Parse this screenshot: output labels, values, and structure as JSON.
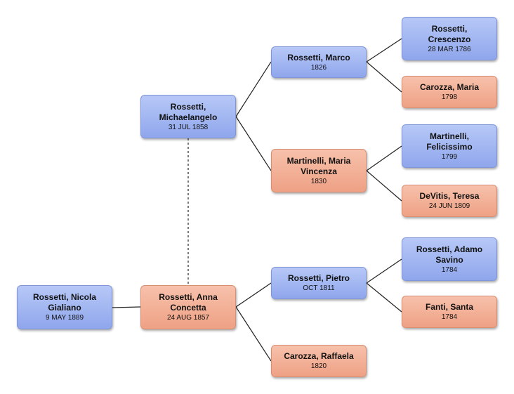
{
  "people": {
    "nicola": {
      "name": "Rossetti, Nicola\nGialiano",
      "date": "9 MAY 1889"
    },
    "michaelangelo": {
      "name": "Rossetti,\nMichaelangelo",
      "date": "31 JUL 1858"
    },
    "anna": {
      "name": "Rossetti, Anna\nConcetta",
      "date": "24 AUG 1857"
    },
    "marco": {
      "name": "Rossetti, Marco",
      "date": "1826"
    },
    "maria_v": {
      "name": "Martinelli, Maria\nVincenza",
      "date": "1830"
    },
    "pietro": {
      "name": "Rossetti, Pietro",
      "date": "OCT 1811"
    },
    "raffaela": {
      "name": "Carozza, Raffaela",
      "date": "1820"
    },
    "crescenzo": {
      "name": "Rossetti,\nCrescenzo",
      "date": "28 MAR 1786"
    },
    "maria_c": {
      "name": "Carozza, Maria",
      "date": "1798"
    },
    "felicissimo": {
      "name": "Martinelli,\nFelicissimo",
      "date": "1799"
    },
    "teresa": {
      "name": "DeVitis, Teresa",
      "date": "24 JUN 1809"
    },
    "adamo": {
      "name": "Rossetti, Adamo\nSavino",
      "date": "1784"
    },
    "santa": {
      "name": "Fanti, Santa",
      "date": "1784"
    }
  },
  "colors": {
    "male": "#9fb3f0",
    "female": "#f2ad93",
    "line": "#222222"
  }
}
